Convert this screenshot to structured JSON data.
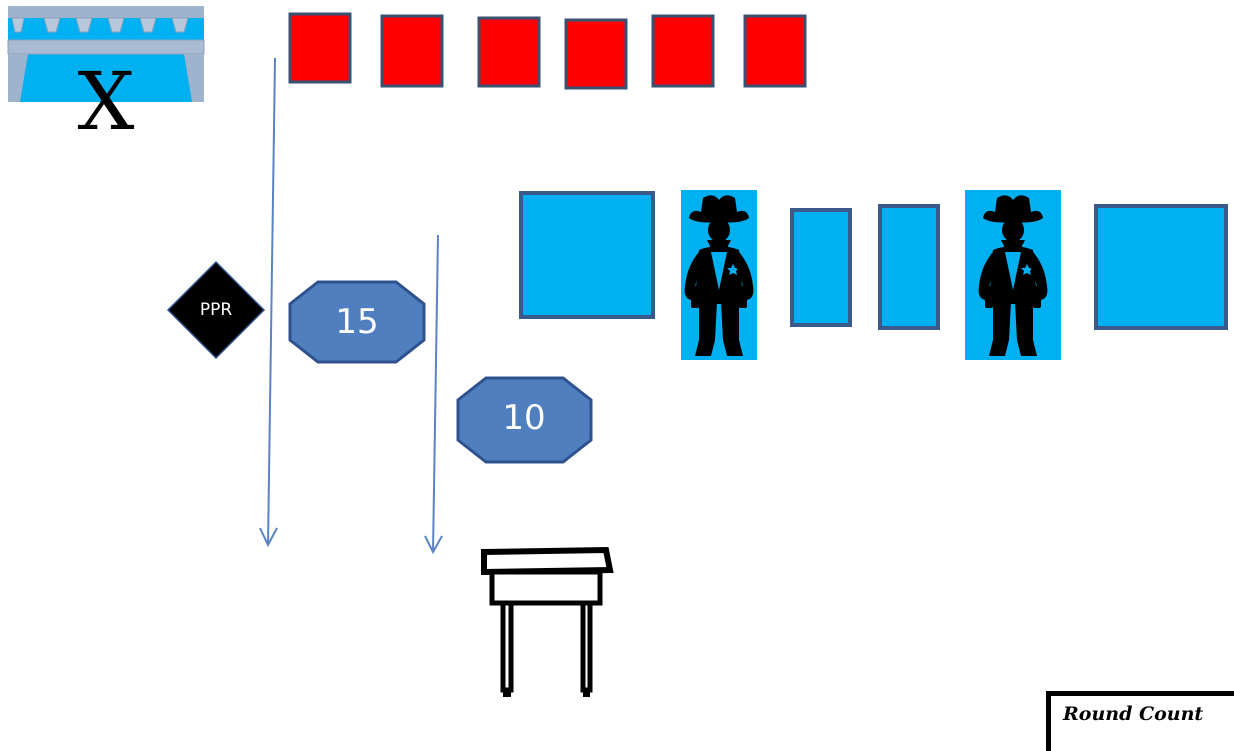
{
  "stage_labels": {
    "start_marker": "X",
    "ppr": "PPR",
    "distance_15": "15",
    "distance_10": "10",
    "round_count": "Round Count"
  },
  "colors": {
    "steel_fill": "#ff0000",
    "steel_border": "#3a5272",
    "paper_fill": "#00b0f0",
    "paper_border": "#3a5a8c",
    "octagon_fill": "#4f7fbf",
    "octagon_border": "#2f528f",
    "arrow": "#5b84c4",
    "ppr_fill": "#000000"
  },
  "icons": {
    "start_position": "wagon-barricade-icon",
    "shooting_table": "table-icon",
    "cowboy_target": "cowboy-silhouette-icon"
  }
}
